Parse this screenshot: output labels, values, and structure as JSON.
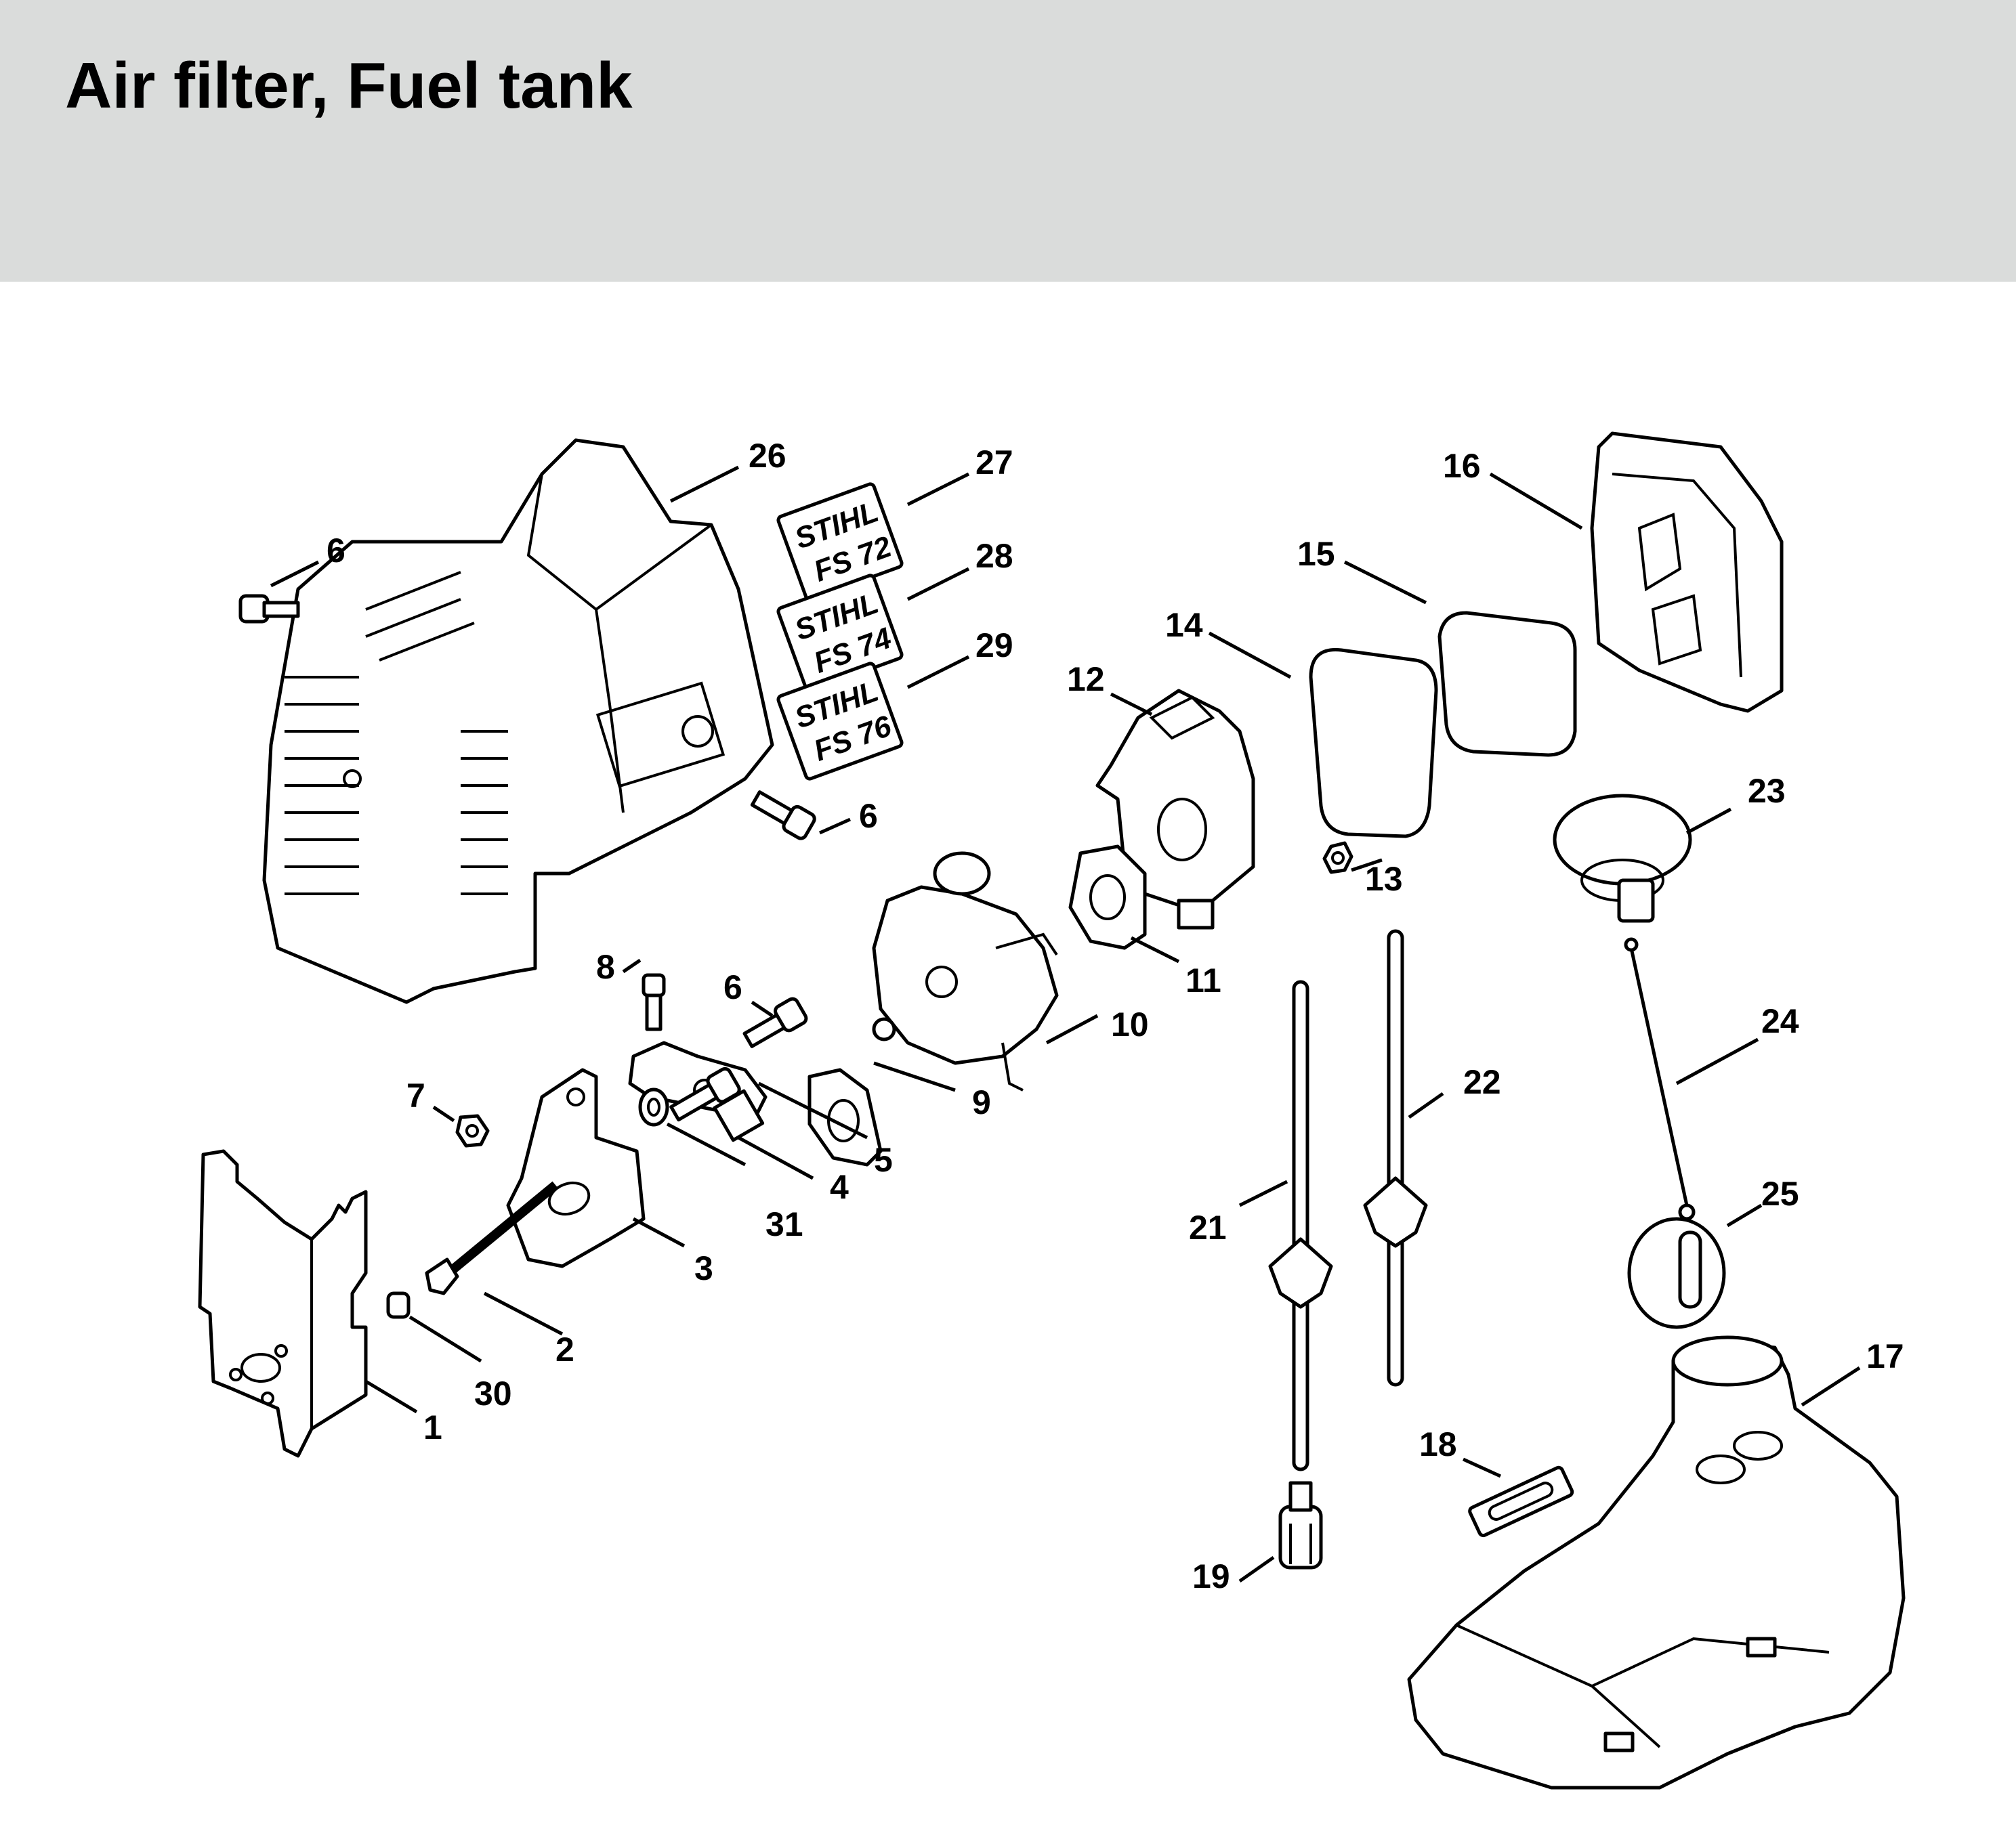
{
  "header": {
    "title": "Air filter, Fuel tank",
    "background_color": "#dadcdb"
  },
  "diagram": {
    "callouts": [
      {
        "id": "1",
        "label": "1"
      },
      {
        "id": "2",
        "label": "2"
      },
      {
        "id": "3",
        "label": "3"
      },
      {
        "id": "4",
        "label": "4"
      },
      {
        "id": "5",
        "label": "5"
      },
      {
        "id": "6a",
        "label": "6"
      },
      {
        "id": "6b",
        "label": "6"
      },
      {
        "id": "6c",
        "label": "6"
      },
      {
        "id": "7",
        "label": "7"
      },
      {
        "id": "8",
        "label": "8"
      },
      {
        "id": "9",
        "label": "9"
      },
      {
        "id": "10",
        "label": "10"
      },
      {
        "id": "11",
        "label": "11"
      },
      {
        "id": "12",
        "label": "12"
      },
      {
        "id": "13",
        "label": "13"
      },
      {
        "id": "14",
        "label": "14"
      },
      {
        "id": "15",
        "label": "15"
      },
      {
        "id": "16",
        "label": "16"
      },
      {
        "id": "17",
        "label": "17"
      },
      {
        "id": "18",
        "label": "18"
      },
      {
        "id": "19",
        "label": "19"
      },
      {
        "id": "21",
        "label": "21"
      },
      {
        "id": "22",
        "label": "22"
      },
      {
        "id": "23",
        "label": "23"
      },
      {
        "id": "24",
        "label": "24"
      },
      {
        "id": "25",
        "label": "25"
      },
      {
        "id": "26",
        "label": "26"
      },
      {
        "id": "27",
        "label": "27"
      },
      {
        "id": "28",
        "label": "28"
      },
      {
        "id": "29",
        "label": "29"
      },
      {
        "id": "30",
        "label": "30"
      },
      {
        "id": "31",
        "label": "31"
      }
    ],
    "decals": [
      {
        "brand": "STIHL",
        "model": "FS 72"
      },
      {
        "brand": "STIHL",
        "model": "FS 74"
      },
      {
        "brand": "STIHL",
        "model": "FS 76"
      }
    ]
  }
}
